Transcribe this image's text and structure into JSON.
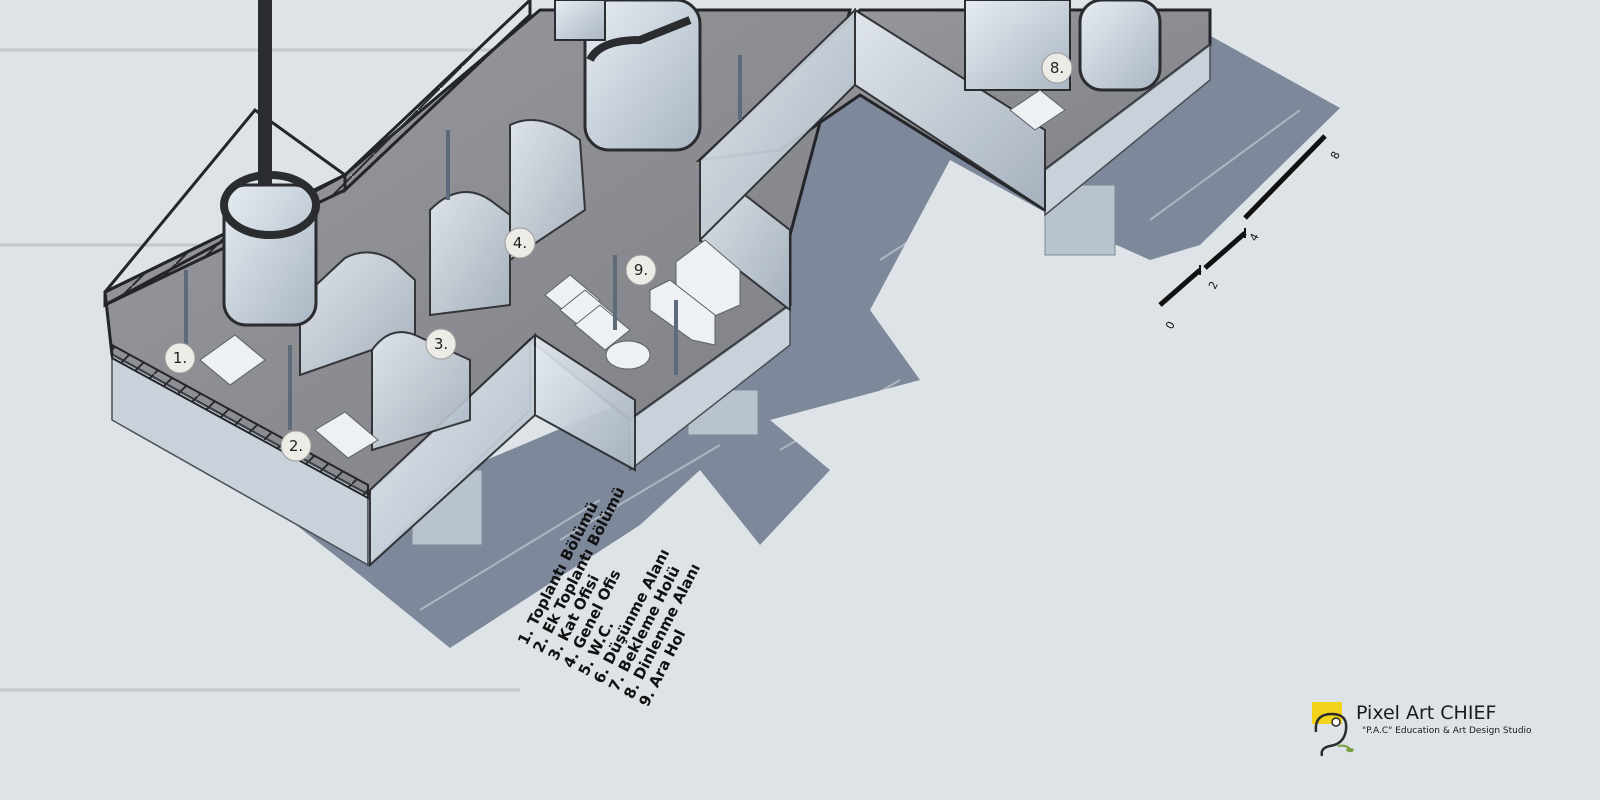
{
  "room_markers": [
    {
      "label": "1."
    },
    {
      "label": "2."
    },
    {
      "label": "3."
    },
    {
      "label": "4."
    },
    {
      "label": "8."
    },
    {
      "label": "9."
    }
  ],
  "legend": {
    "items": [
      "1. Toplantı Bölümü",
      "2. Ek Toplantı Bölümü",
      "3. Kat Ofisi",
      "4. Genel Ofis",
      "5. W.C.",
      "6. Düşünme Alanı",
      "7. Bekleme Holü",
      "8. Dinlenme Alanı",
      "9. Ara Hol"
    ]
  },
  "scale_bar": {
    "ticks": [
      "0",
      "2",
      "4",
      "8"
    ]
  },
  "logo": {
    "title": "Pixel Art CHIEF",
    "subtitle": "\"P.A.C\" Education & Art Design Studio",
    "accent_color": "#f2d31b"
  },
  "colors": {
    "background": "#dde3e6",
    "floor": "#8b8c90",
    "glass": "#c9d3dc",
    "frame": "#232529",
    "shadow": "#56627a"
  }
}
